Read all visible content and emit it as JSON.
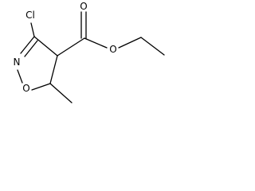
{
  "structure": {
    "atoms": {
      "chlorine": "Cl",
      "ring_nitrogen": "N",
      "ring_oxygen": "O",
      "carbonyl_oxygen": "O",
      "ester_oxygen": "O"
    }
  }
}
